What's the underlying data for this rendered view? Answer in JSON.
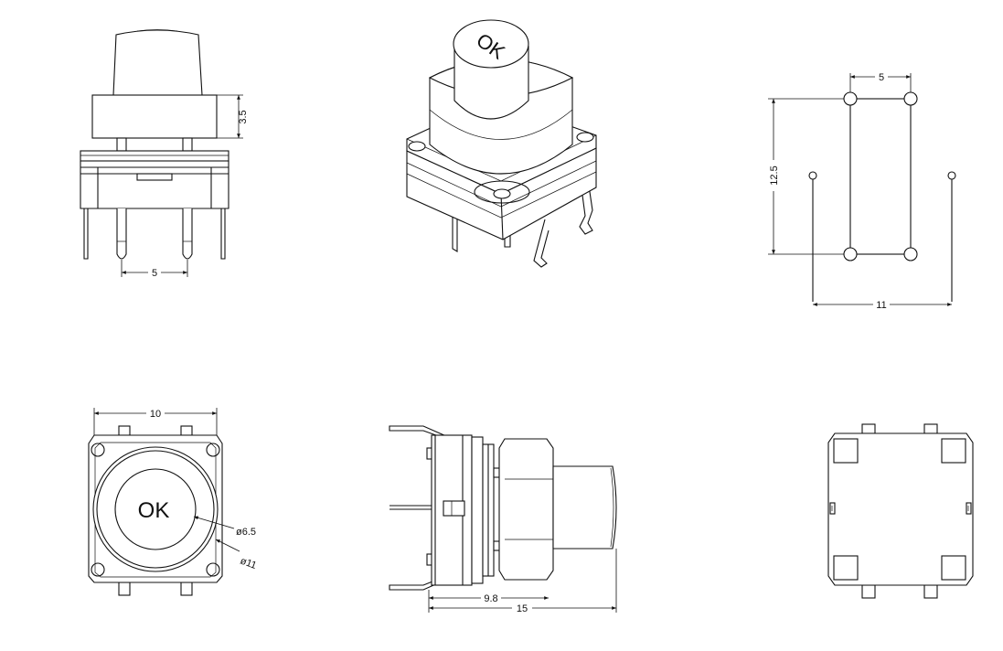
{
  "button_text": "OK",
  "dimensions": {
    "cap_height": "3.5",
    "pin_pitch_front": "5",
    "pcb_pitch_x": "5",
    "pcb_pitch_y": "12.5",
    "pcb_pitch_wide": "11",
    "body_width": "10",
    "inner_diameter": "ø6.5",
    "outer_diameter": "ø11",
    "body_depth": "9.8",
    "total_depth": "15"
  },
  "colors": {
    "line": "#111111",
    "background": "#ffffff"
  }
}
